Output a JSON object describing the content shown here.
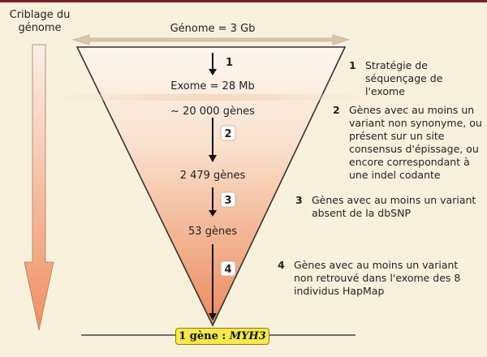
{
  "screening_label": "Criblage du génome",
  "genome_label": "Génome = 3 Gb",
  "exome_label": "Exome = 28 Mb",
  "levels": [
    {
      "label": "~ 20 000 gènes"
    },
    {
      "label": "2 479 gènes"
    },
    {
      "label": "53 gènes"
    }
  ],
  "steps": [
    {
      "number": "1",
      "text": "Stratégie de séquençage de l'exome"
    },
    {
      "number": "2",
      "text": "Gènes avec au moins un variant non synonyme, ou présent sur un site consensus d'épissage, ou encore correspondant à une indel codante"
    },
    {
      "number": "3",
      "text": "Gènes avec au moins un variant absent de la dbSNP"
    },
    {
      "number": "4",
      "text": "Gènes avec au moins un variant non retrouvé dans l'exome des 8 individus HapMap"
    }
  ],
  "result": {
    "prefix": "1 gène : ",
    "gene": "MYH3"
  },
  "colors": {
    "accent_border": "#7a1f2b",
    "funnel_top": "#fbf3ea",
    "funnel_bottom": "#ee8d5f",
    "result_box": "#f6e94a"
  }
}
